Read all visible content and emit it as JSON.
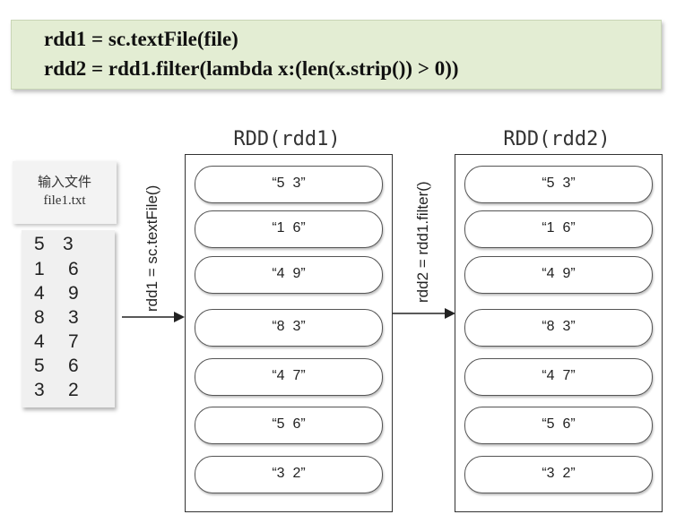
{
  "code": {
    "line1": "rdd1 = sc.textFile(file)",
    "line2": "rdd2 = rdd1.filter(lambda x:(len(x.strip()) > 0))"
  },
  "input": {
    "label": "输入文件",
    "filename": "file1.txt",
    "lines": [
      {
        "a": "5",
        "b": "3"
      },
      {
        "a": "1",
        "b": "6"
      },
      {
        "a": "4",
        "b": "9"
      },
      {
        "a": "8",
        "b": "3"
      },
      {
        "a": "4",
        "b": "7"
      },
      {
        "a": "5",
        "b": "6"
      },
      {
        "a": "3",
        "b": "2"
      }
    ]
  },
  "ops": {
    "op1": "rdd1 = sc.textFile()",
    "op2": "rdd2 = rdd1.filter()"
  },
  "rdd1": {
    "title": "RDD(rdd1)",
    "items": [
      "“5  3”",
      "“1  6”",
      "“4  9”",
      "“8  3”",
      "“4  7”",
      "“5  6”",
      "“3  2”"
    ]
  },
  "rdd2": {
    "title": "RDD(rdd2)",
    "items": [
      "“5  3”",
      "“1  6”",
      "“4  9”",
      "“8  3”",
      "“4  7”",
      "“5  6”",
      "“3  2”"
    ]
  },
  "colors": {
    "code_bg": "#e3edd3",
    "arrow": "#222222"
  }
}
